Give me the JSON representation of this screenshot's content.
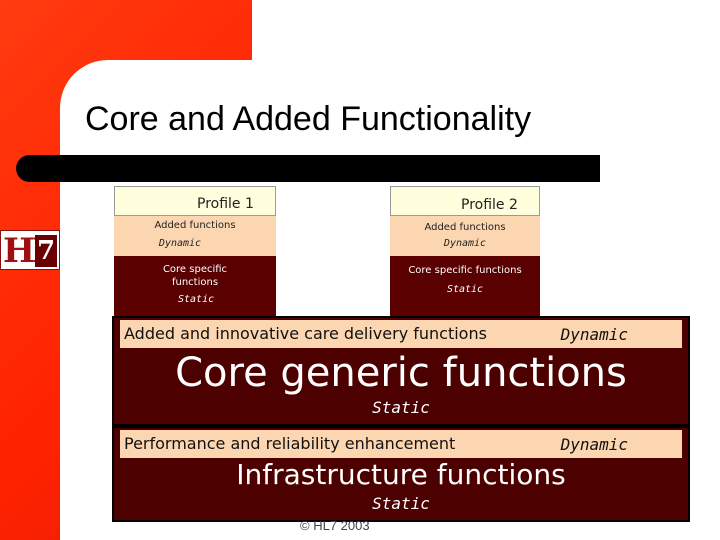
{
  "title": "Core and Added Functionality",
  "logo": {
    "text": "HL",
    "seven": "7"
  },
  "profiles": [
    {
      "header": "Profile 1",
      "added_label": "Added functions",
      "added_mode": "Dynamic",
      "core_label": "Core specific functions",
      "core_mode": "Static"
    },
    {
      "header": "Profile 2",
      "added_label": "Added functions",
      "added_mode": "Dynamic",
      "core_label": "Core specific functions",
      "core_mode": "Static"
    }
  ],
  "layers": [
    {
      "band_label": "Added and innovative care delivery functions",
      "band_mode": "Dynamic",
      "main_label": "Core generic functions",
      "main_mode": "Static"
    },
    {
      "band_label": "Performance and reliability enhancement",
      "band_mode": "Dynamic",
      "main_label": "Infrastructure functions",
      "main_mode": "Static"
    }
  ],
  "footer": "© HL7 2003",
  "colors": {
    "accent_red": "#ff2200",
    "block_dark": "#4d0000",
    "band_peach": "#fcd6b0",
    "header_cream": "#ffffdd"
  }
}
